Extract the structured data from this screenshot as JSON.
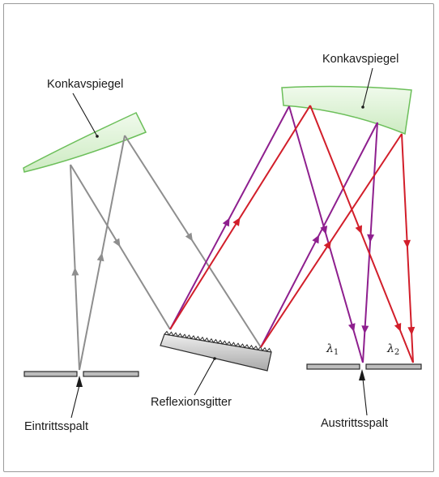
{
  "labels": {
    "mirror_left": "Konkavspiegel",
    "mirror_right": "Konkavspiegel",
    "grating": "Reflexionsgitter",
    "entrance_slit": "Eintrittsspalt",
    "exit_slit": "Austrittsspalt",
    "lambda": "λ",
    "lambda1_sub": "1",
    "lambda2_sub": "2"
  },
  "colors": {
    "white_light": "#8e8e8e",
    "lambda1": "#8e1f8e",
    "lambda2": "#d21e2a",
    "mirror_fill": "#dcf2d4",
    "mirror_stroke": "#6cbf5a",
    "grating_fill": "#c8c8c8",
    "slit_fill": "#bdbdbd",
    "text": "#1a1a1a"
  },
  "icons": {
    "mirror": "concave-mirror-icon",
    "grating": "reflection-grating-icon",
    "slit": "slit-icon",
    "pointer": "pointer-arrow-icon"
  }
}
